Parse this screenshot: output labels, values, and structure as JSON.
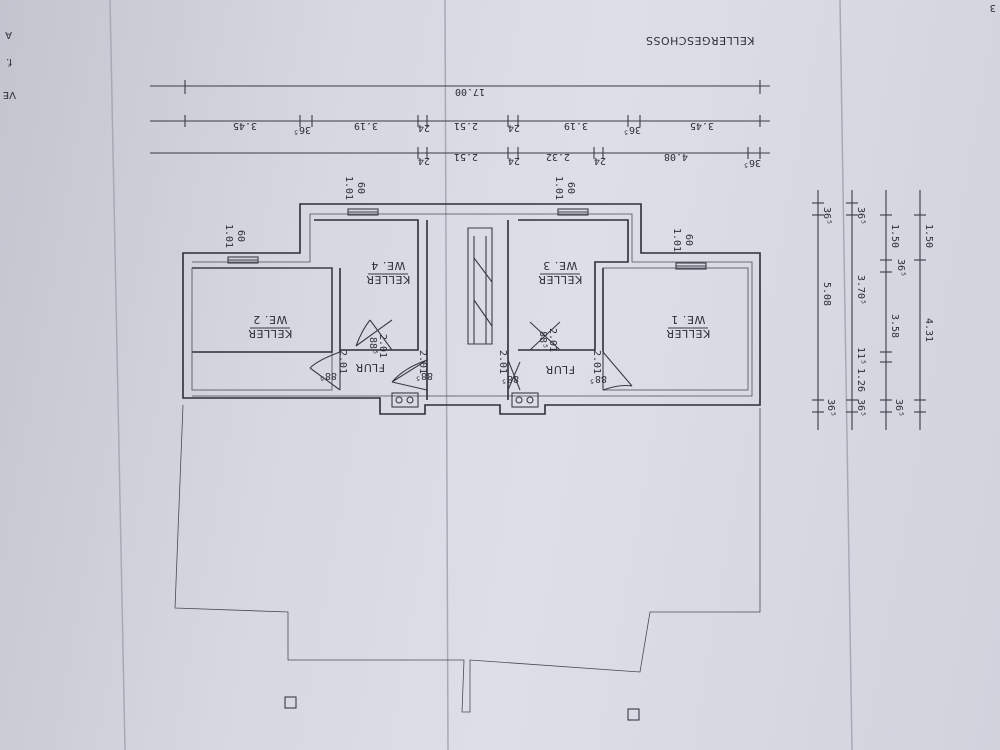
{
  "title": "KELLERGESCHOSS",
  "edge_text": [
    "VE",
    "f.",
    "A",
    "3"
  ],
  "dims_overall": "17.00",
  "dims_row2": [
    "3.45",
    "36⁵",
    "3.19",
    "24",
    "2.51",
    "24",
    "3.19",
    "36⁵",
    "3.45"
  ],
  "dims_row3": [
    "24",
    "2.51",
    "24",
    "2.32",
    "24",
    "4.08",
    "36⁵"
  ],
  "dims_right_a": [
    "1.50",
    "4.31",
    "36⁵"
  ],
  "dims_right_b": [
    "1.50",
    "36⁵",
    "3.58",
    "11⁵",
    "1.26",
    "36⁵"
  ],
  "dims_right_c": [
    "36⁵",
    "3.70⁵",
    "36⁵"
  ],
  "dims_right_d": [
    "36⁵",
    "5.08",
    "36⁵"
  ],
  "windows": [
    {
      "w": "1.01",
      "h": "60"
    },
    {
      "w": "1.01",
      "h": "60"
    },
    {
      "w": "1.01",
      "h": "60"
    },
    {
      "w": "1.01",
      "h": "60"
    }
  ],
  "rooms": {
    "keller2": {
      "name": "KELLER",
      "unit": "WE. 2"
    },
    "keller4": {
      "name": "KELLER",
      "unit": "WE. 4"
    },
    "keller3": {
      "name": "KELLER",
      "unit": "WE. 3"
    },
    "keller1": {
      "name": "KELLER",
      "unit": "WE. 1"
    },
    "flur_left": "FLUR",
    "flur_right": "FLUR"
  },
  "door_labels": {
    "d1": "88⁵",
    "d1b": "2.01",
    "d2": "88⁵",
    "d2b": "2.01",
    "d3": "88⁵",
    "d3b": "2.01",
    "d4": "88⁵",
    "d4b": "2.01",
    "d5": "88⁵",
    "d5b": "2.01",
    "d6": "88⁵",
    "d6b": "2.01"
  },
  "colors": {
    "paper": "#dedee8",
    "ink": "#2e2e38"
  }
}
